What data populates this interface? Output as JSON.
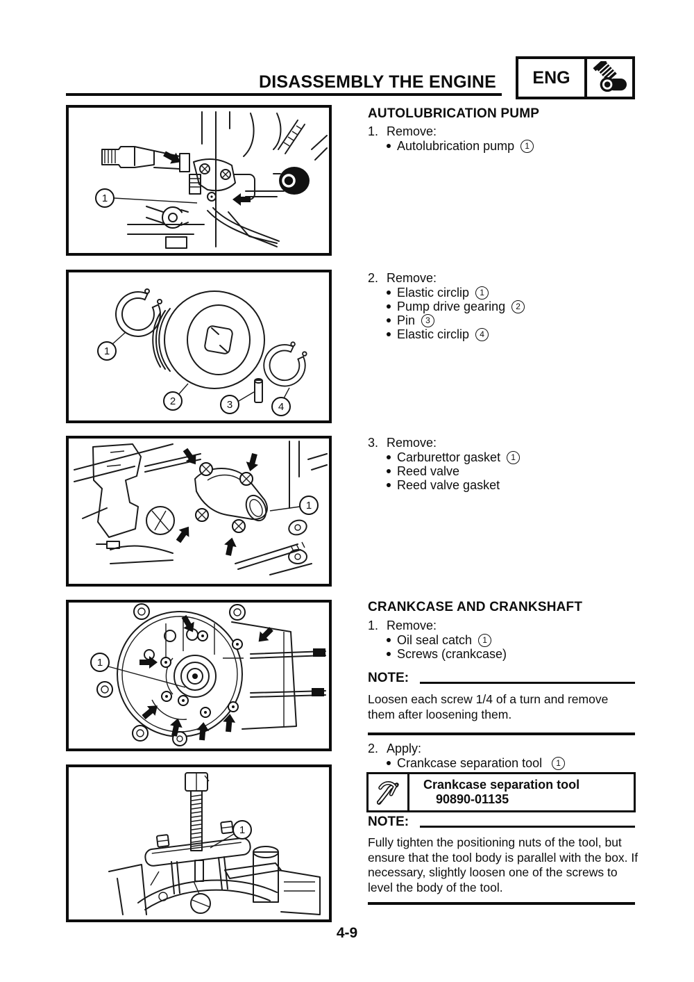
{
  "page": {
    "title": "DISASSEMBLY THE ENGINE",
    "page_number": "4-9"
  },
  "badge": {
    "label": "ENG",
    "icon": "engine-cylinder-icon"
  },
  "autolub": {
    "heading": "AUTOLUBRICATION PUMP",
    "step1_num": "1.",
    "step1_action": "Remove:",
    "s1_item1": "Autolubrication pump",
    "s1_item1_callout": "1",
    "step2_num": "2.",
    "step2_action": "Remove:",
    "s2_item1": "Elastic circlip",
    "s2_item1_callout": "1",
    "s2_item2": "Pump drive gearing",
    "s2_item2_callout": "2",
    "s2_item3": "Pin",
    "s2_item3_callout": "3",
    "s2_item4": "Elastic circlip",
    "s2_item4_callout": "4",
    "step3_num": "3.",
    "step3_action": "Remove:",
    "s3_item1": "Carburettor gasket",
    "s3_item1_callout": "1",
    "s3_item2": "Reed valve",
    "s3_item3": "Reed valve gasket"
  },
  "crank": {
    "heading": "CRANKCASE AND CRANKSHAFT",
    "step1_num": "1.",
    "step1_action": "Remove:",
    "s1_item1": "Oil seal catch",
    "s1_item1_callout": "1",
    "s1_item2": "Screws (crankcase)",
    "note1_label": "NOTE:",
    "note1_text": "Loosen each screw 1/4 of a turn and remove them after loosening them.",
    "step2_num": "2.",
    "step2_action": "Apply:",
    "s2_item1": "Crankcase separation tool",
    "s2_item1_callout": "1",
    "tool_name": "Crankcase separation tool",
    "tool_code": "90890-01135",
    "tool_icon": "crossed-tools-icon",
    "note2_label": "NOTE:",
    "note2_text": "Fully tighten the positioning nuts of the tool, but ensure that the tool body is parallel with the box. If necessary, slightly loosen one of the screws to level the body of the tool."
  },
  "figures": {
    "fig1_callout1": "1",
    "fig2_callout1": "1",
    "fig2_callout2": "2",
    "fig2_callout3": "3",
    "fig2_callout4": "4",
    "fig3_callout1": "1",
    "fig4_callout1": "1",
    "fig5_callout1": "1"
  }
}
